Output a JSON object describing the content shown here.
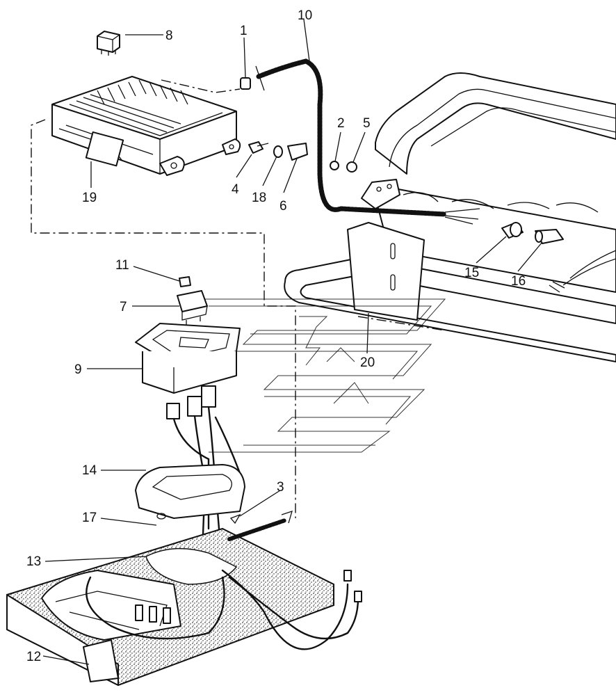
{
  "callouts": [
    {
      "id": "part-1",
      "label": "1"
    },
    {
      "id": "part-2",
      "label": "2"
    },
    {
      "id": "part-3",
      "label": "3"
    },
    {
      "id": "part-4",
      "label": "4"
    },
    {
      "id": "part-5",
      "label": "5"
    },
    {
      "id": "part-6",
      "label": "6"
    },
    {
      "id": "part-7",
      "label": "7"
    },
    {
      "id": "part-8",
      "label": "8"
    },
    {
      "id": "part-9",
      "label": "9"
    },
    {
      "id": "part-10",
      "label": "10"
    },
    {
      "id": "part-11",
      "label": "11"
    },
    {
      "id": "part-12",
      "label": "12"
    },
    {
      "id": "part-13",
      "label": "13"
    },
    {
      "id": "part-14",
      "label": "14"
    },
    {
      "id": "part-15",
      "label": "15"
    },
    {
      "id": "part-16",
      "label": "16"
    },
    {
      "id": "part-17",
      "label": "17"
    },
    {
      "id": "part-18",
      "label": "18"
    },
    {
      "id": "part-19",
      "label": "19"
    },
    {
      "id": "part-20",
      "label": "20"
    }
  ]
}
